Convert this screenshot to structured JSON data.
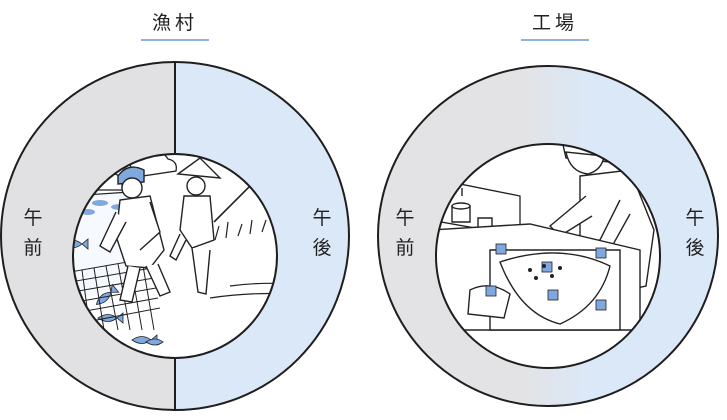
{
  "panels": [
    {
      "title": "漁村",
      "ring_left_label": [
        "午",
        "前"
      ],
      "ring_right_label": [
        "午",
        "後"
      ]
    },
    {
      "title": "工場",
      "ring_left_label": [
        "午",
        "前"
      ],
      "ring_right_label": [
        "午",
        "後"
      ]
    }
  ],
  "colors": {
    "ring_gray": "#e1e1e3",
    "ring_blue": "#dbe8f8",
    "accent_blue": "#7fa8de",
    "outline": "#1e1e1e",
    "title_underline": "#8fb3dd"
  }
}
